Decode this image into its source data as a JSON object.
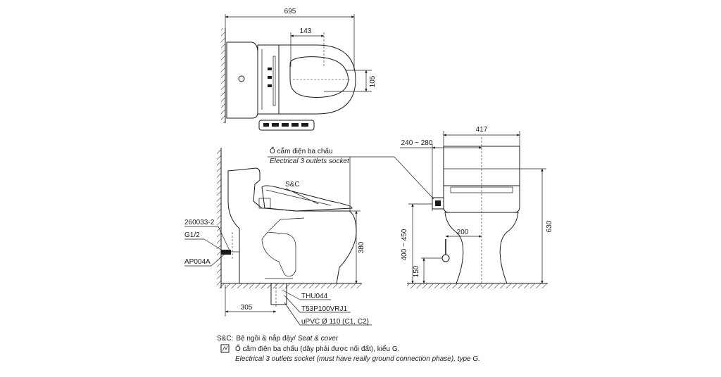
{
  "top_view": {
    "dim_width": "695",
    "dim_bowl_offset": "143",
    "dim_depth": "105"
  },
  "side_view": {
    "socket_label_vi": "Ổ cắm điện ba chấu",
    "socket_label_en": "Electrical 3 outlets socket",
    "seat_cover_tag": "S&C",
    "part_valve": "260033-2",
    "part_thread": "G1/2",
    "part_supply": "AP004A",
    "part_flange": "THU044",
    "part_drain": "T53P100VRJ1",
    "part_pipe": "uPVC Ø 110 (C1, C2)",
    "dim_rough_in": "305",
    "dim_seat_height": "380"
  },
  "front_view": {
    "dim_width": "417",
    "dim_socket_range": "240 ~ 280",
    "dim_socket_height": "400 ~ 450",
    "dim_supply_offset": "200",
    "dim_supply_height": "150",
    "dim_total_height": "630"
  },
  "legend": {
    "sc_key": "S&C:",
    "sc_text_vi": "Bệ ngồi & nắp đậy/",
    "sc_text_en": "Seat & cover",
    "socket_text_vi": "Ổ cắm điện ba chấu (dây phải được nối đất), kiểu G.",
    "socket_text_en": "Electrical 3 outlets socket (must have really ground connection phase), type G."
  }
}
